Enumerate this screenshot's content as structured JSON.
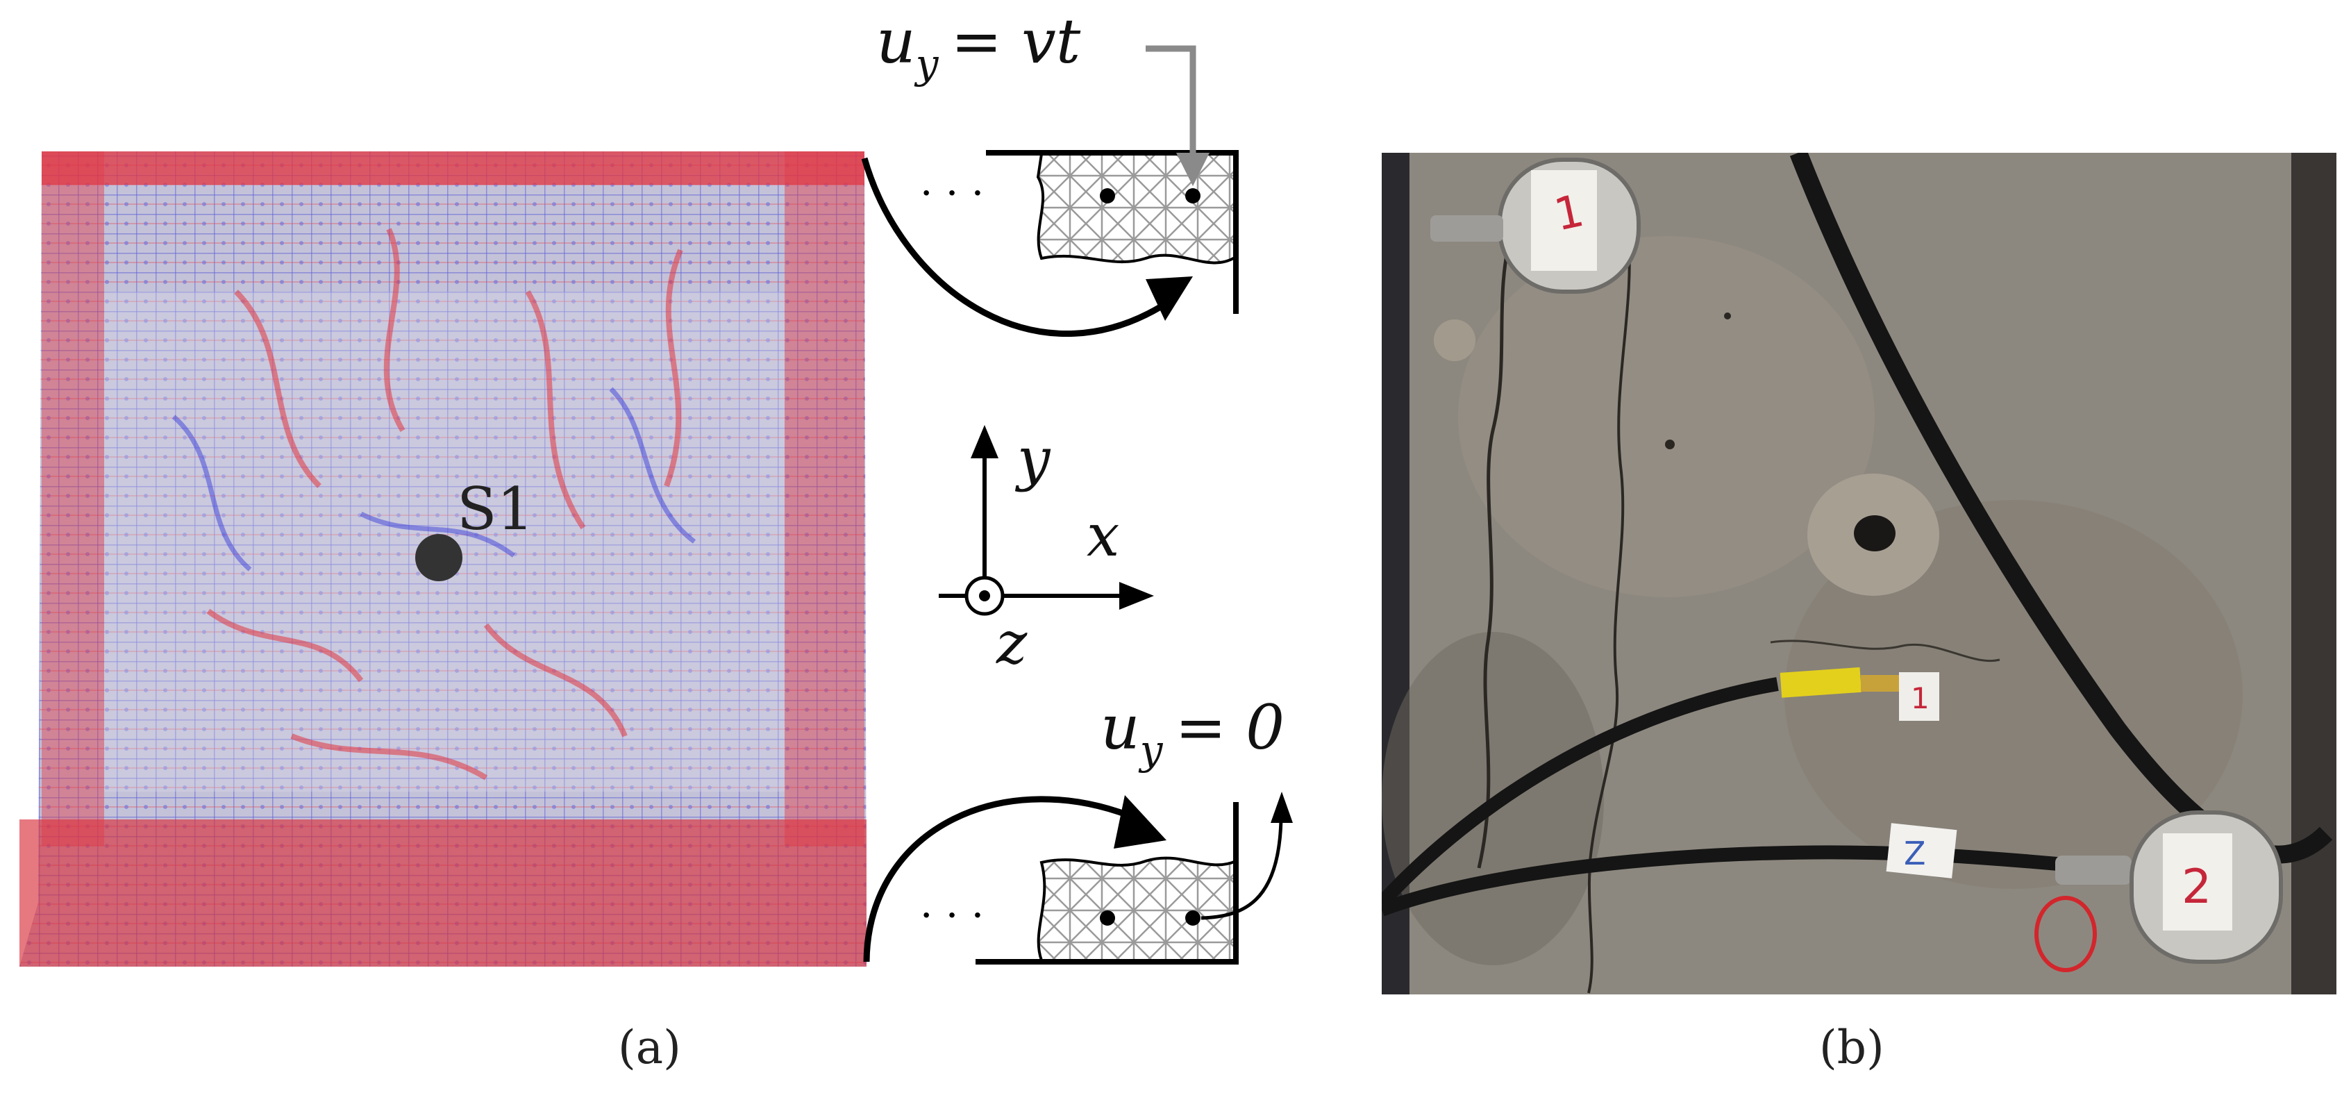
{
  "panel_a": {
    "caption": "(a)",
    "sensor_label": "S1",
    "top_bc": {
      "lhs": "u",
      "lhs_sub": "y",
      "rhs": "= vt"
    },
    "bottom_bc": {
      "lhs": "u",
      "lhs_sub": "y",
      "rhs": "= 0"
    },
    "ellipsis": "· · ·",
    "axes": {
      "x": "x",
      "y": "y",
      "z": "z"
    },
    "colors": {
      "particle_red": "#e8303a",
      "particle_blue": "#4a4fe0",
      "particle_bg": "#b9b6cf"
    }
  },
  "panel_b": {
    "caption": "(b)",
    "sensor_labels": [
      "1",
      "1",
      "Z",
      "2"
    ],
    "colors": {
      "concrete": "#8a857c",
      "cable": "#151515",
      "yellow_band": "#e3d01c"
    }
  }
}
